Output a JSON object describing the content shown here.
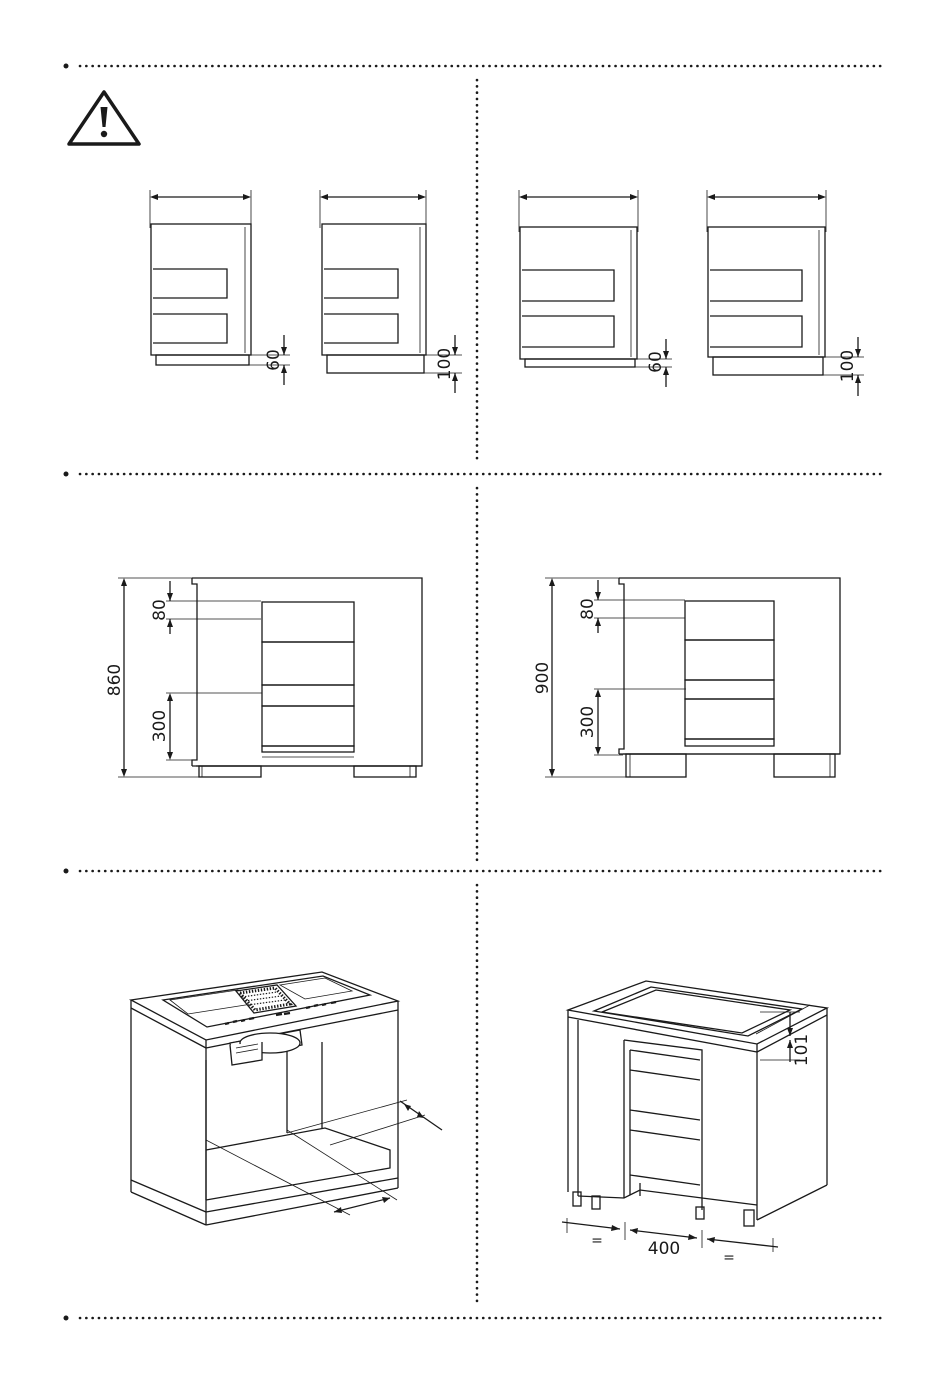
{
  "panels": {
    "cabinet_plinth": {
      "cabinets": [
        {
          "plinth_label": "60"
        },
        {
          "plinth_label": "100"
        },
        {
          "plinth_label": "60"
        },
        {
          "plinth_label": "100"
        }
      ]
    },
    "side_860": {
      "height_label": "860",
      "top_gap_label": "80",
      "bottom_label": "300"
    },
    "side_900": {
      "height_label": "900",
      "top_gap_label": "80",
      "bottom_label": "300"
    },
    "iso_right": {
      "depth_label": "101",
      "width_label": "400",
      "equal_left": "=",
      "equal_right": "="
    }
  }
}
